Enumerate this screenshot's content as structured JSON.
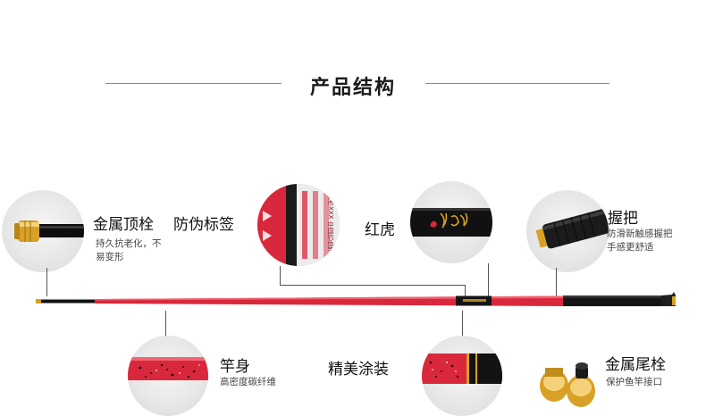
{
  "section_title": "产品结构",
  "parts": {
    "metal_top_plug": {
      "title": "金属顶栓",
      "desc_line1": "持久抗老化，不",
      "desc_line2": "易变形"
    },
    "anti_fake_label": {
      "title": "防伪标签"
    },
    "red_tiger": {
      "title": "红虎"
    },
    "handle": {
      "title": "握把",
      "desc_line1": "防滑新触感握把",
      "desc_line2": "手感更舒适"
    },
    "rod_body": {
      "title": "竿身",
      "desc": "高密度碳纤维"
    },
    "fine_coating": {
      "title": "精美涂装"
    },
    "metal_tail_plug": {
      "title": "金属尾栓",
      "desc": "保护鱼竿接口"
    }
  },
  "label_circle_text": [
    "广州市XXX",
    "中国钓鱼竿"
  ],
  "colors": {
    "rod_red": "#d9283b",
    "rod_black": "#141414",
    "gold": "#d8a024",
    "line": "#555555"
  }
}
